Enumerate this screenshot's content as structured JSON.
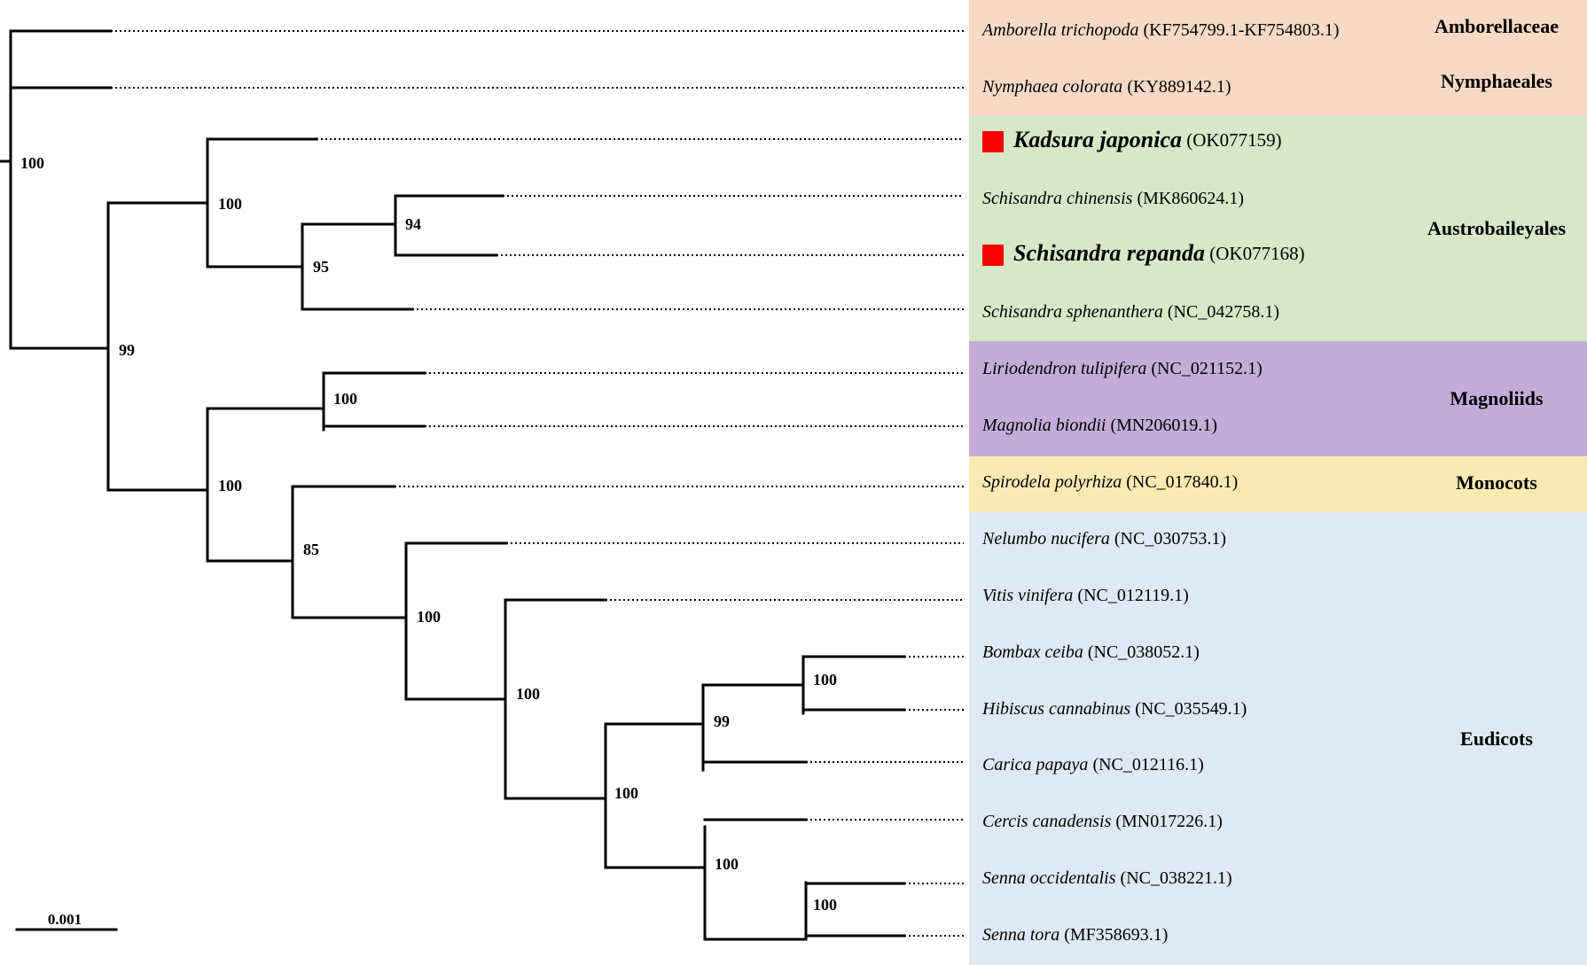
{
  "colors": {
    "Amborellaceae": "#f7d9c4",
    "Nymphaeales": "#f7d9c4",
    "Austrobaileyales": "#d6e8c9",
    "Magnoliids": "#c4acd8",
    "Monocots": "#fbe9b4",
    "Eudicots": "#dde9f4",
    "highlight": "#ff0000"
  },
  "groups": [
    {
      "name": "Amborellaceae",
      "color": "#f7d9c4"
    },
    {
      "name": "Nymphaeales",
      "color": "#f7d9c4"
    },
    {
      "name": "Austrobaileyales",
      "color": "#d6e8c9"
    },
    {
      "name": "Magnoliids",
      "color": "#c4acd8"
    },
    {
      "name": "Monocots",
      "color": "#fbe9b4"
    },
    {
      "name": "Eudicots",
      "color": "#dde9f4"
    }
  ],
  "taxa": [
    {
      "name": "Amborella trichopoda",
      "accession": "(KF754799.1-KF754803.1)",
      "group": "Amborellaceae",
      "highlight": false
    },
    {
      "name": "Nymphaea colorata",
      "accession": "(KY889142.1)",
      "group": "Nymphaeales",
      "highlight": false
    },
    {
      "name": "Kadsura japonica",
      "accession": "(OK077159)",
      "group": "Austrobaileyales",
      "highlight": true
    },
    {
      "name": "Schisandra chinensis",
      "accession": "(MK860624.1)",
      "group": "Austrobaileyales",
      "highlight": false
    },
    {
      "name": "Schisandra repanda",
      "accession": "(OK077168)",
      "group": "Austrobaileyales",
      "highlight": true
    },
    {
      "name": "Schisandra sphenanthera",
      "accession": "(NC_042758.1)",
      "group": "Austrobaileyales",
      "highlight": false
    },
    {
      "name": "Liriodendron tulipifera",
      "accession": "(NC_021152.1)",
      "group": "Magnoliids",
      "highlight": false
    },
    {
      "name": "Magnolia biondii",
      "accession": "(MN206019.1)",
      "group": "Magnoliids",
      "highlight": false
    },
    {
      "name": "Spirodela polyrhiza",
      "accession": "(NC_017840.1)",
      "group": "Monocots",
      "highlight": false
    },
    {
      "name": "Nelumbo nucifera",
      "accession": "(NC_030753.1)",
      "group": "Eudicots",
      "highlight": false
    },
    {
      "name": "Vitis vinifera",
      "accession": "(NC_012119.1)",
      "group": "Eudicots",
      "highlight": false
    },
    {
      "name": "Bombax ceiba",
      "accession": "(NC_038052.1)",
      "group": "Eudicots",
      "highlight": false
    },
    {
      "name": "Hibiscus cannabinus",
      "accession": "(NC_035549.1)",
      "group": "Eudicots",
      "highlight": false
    },
    {
      "name": "Carica papaya",
      "accession": "(NC_012116.1)",
      "group": "Eudicots",
      "highlight": false
    },
    {
      "name": "Cercis canadensis",
      "accession": "(MN017226.1)",
      "group": "Eudicots",
      "highlight": false
    },
    {
      "name": "Senna occidentalis",
      "accession": "(NC_038221.1)",
      "group": "Eudicots",
      "highlight": false
    },
    {
      "name": "Senna tora",
      "accession": "(MF358693.1)",
      "group": "Eudicots",
      "highlight": false
    }
  ],
  "bootstrap": [
    {
      "node": "root",
      "value": "100"
    },
    {
      "node": "core-angiosperms",
      "value": "99"
    },
    {
      "node": "austrobaileyales",
      "value": "100"
    },
    {
      "node": "schisandra",
      "value": "95"
    },
    {
      "node": "chinensis-repanda",
      "value": "94"
    },
    {
      "node": "mesangiosperms",
      "value": "100"
    },
    {
      "node": "magnoliids",
      "value": "100"
    },
    {
      "node": "monocots-eudicots",
      "value": "85"
    },
    {
      "node": "eudicots",
      "value": "100"
    },
    {
      "node": "core-eudicots",
      "value": "100"
    },
    {
      "node": "rosids",
      "value": "100"
    },
    {
      "node": "malvids",
      "value": "99"
    },
    {
      "node": "malvaceae",
      "value": "100"
    },
    {
      "node": "fabaceae",
      "value": "100"
    },
    {
      "node": "senna",
      "value": "100"
    }
  ],
  "scale_bar": {
    "label": "0.001"
  }
}
